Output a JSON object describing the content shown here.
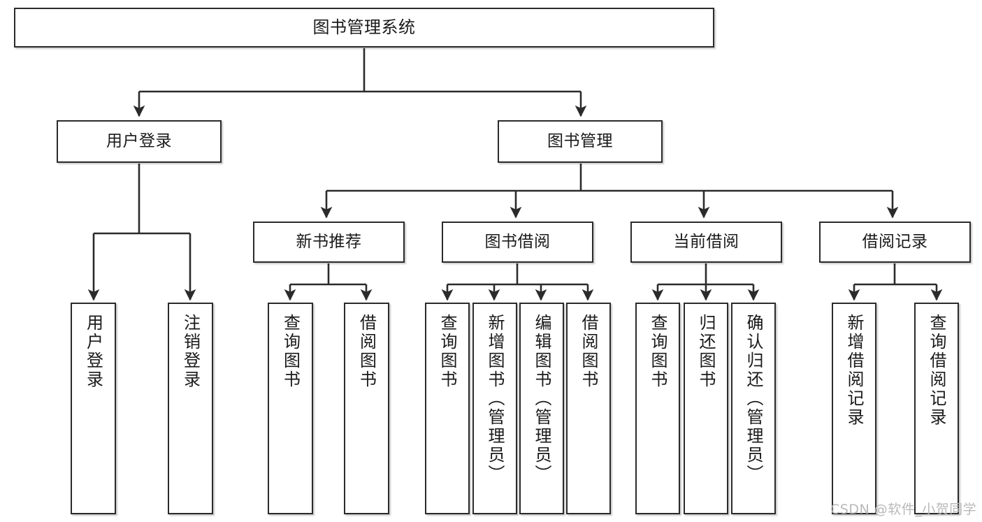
{
  "diagram": {
    "type": "tree-hierarchy",
    "title": "图书管理系统",
    "watermark": "CSDN @软件_小贺同学",
    "colors": {
      "background": "#ffffff",
      "node_border": "#2b2b2b",
      "node_fill": "#ffffff",
      "text": "#1a1a1a",
      "edge": "#2b2b2b",
      "watermark": "#b9b9b9"
    },
    "nodes": {
      "root": {
        "label": "图书管理系统",
        "orientation": "horizontal"
      },
      "level2": [
        {
          "id": "user-login",
          "label": "用户登录",
          "orientation": "horizontal"
        },
        {
          "id": "book-management",
          "label": "图书管理",
          "orientation": "horizontal"
        }
      ],
      "level3": [
        {
          "id": "new-book-recommend",
          "label": "新书推荐",
          "orientation": "horizontal",
          "parent": "book-management"
        },
        {
          "id": "book-borrow",
          "label": "图书借阅",
          "orientation": "horizontal",
          "parent": "book-management"
        },
        {
          "id": "current-borrow",
          "label": "当前借阅",
          "orientation": "horizontal",
          "parent": "book-management"
        },
        {
          "id": "borrow-record",
          "label": "借阅记录",
          "orientation": "horizontal",
          "parent": "book-management"
        }
      ],
      "leaves": [
        {
          "id": "leaf-user-login",
          "label": "用户登录",
          "orientation": "vertical",
          "parent": "user-login"
        },
        {
          "id": "leaf-logout",
          "label": "注销登录",
          "orientation": "vertical",
          "parent": "user-login"
        },
        {
          "id": "leaf-query-book-1",
          "label": "查询图书",
          "orientation": "vertical",
          "parent": "new-book-recommend"
        },
        {
          "id": "leaf-borrow-book-1",
          "label": "借阅图书",
          "orientation": "vertical",
          "parent": "new-book-recommend"
        },
        {
          "id": "leaf-query-book-2",
          "label": "查询图书",
          "orientation": "vertical",
          "parent": "book-borrow"
        },
        {
          "id": "leaf-add-book",
          "label": "新增图书（管理员）",
          "orientation": "vertical",
          "parent": "book-borrow"
        },
        {
          "id": "leaf-edit-book",
          "label": "编辑图书（管理员）",
          "orientation": "vertical",
          "parent": "book-borrow"
        },
        {
          "id": "leaf-borrow-book-2",
          "label": "借阅图书",
          "orientation": "vertical",
          "parent": "book-borrow"
        },
        {
          "id": "leaf-query-book-3",
          "label": "查询图书",
          "orientation": "vertical",
          "parent": "current-borrow"
        },
        {
          "id": "leaf-return-book",
          "label": "归还图书",
          "orientation": "vertical",
          "parent": "current-borrow"
        },
        {
          "id": "leaf-confirm-return",
          "label": "确认归还（管理员）",
          "orientation": "vertical",
          "parent": "current-borrow"
        },
        {
          "id": "leaf-add-record",
          "label": "新增借阅记录",
          "orientation": "vertical",
          "parent": "borrow-record"
        },
        {
          "id": "leaf-query-record",
          "label": "查询借阅记录",
          "orientation": "vertical",
          "parent": "borrow-record"
        }
      ]
    }
  }
}
